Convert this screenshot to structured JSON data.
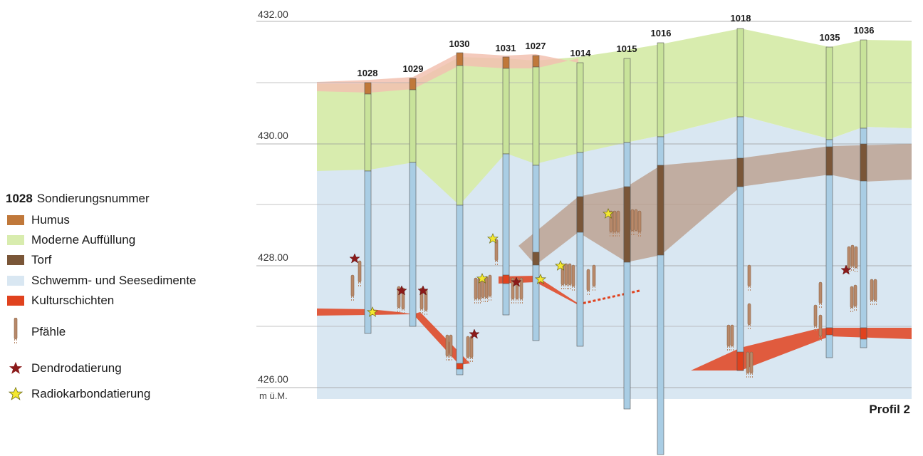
{
  "diagram": {
    "title": "Profil 2",
    "unit_label": "m ü.M.",
    "elevation_labels": [
      "432.00",
      "430.00",
      "428.00",
      "426.00"
    ],
    "colors": {
      "humus": "#c0783a",
      "auffuellung": "#d8ecae",
      "torf": "#7a5638",
      "sediment": "#d9e7f2",
      "kultur": "#e0421e",
      "pfahl": "#b8896a",
      "dendro": "#8b1a1a",
      "radio": "#f4e830",
      "bore_blue": "#a9cde4",
      "bore_green": "#c8e39a"
    },
    "boreholes": [
      "1028",
      "1029",
      "1030",
      "1031",
      "1027",
      "1014",
      "1015",
      "1016",
      "1018",
      "1035",
      "1036"
    ]
  },
  "legend": {
    "number_example": "1028",
    "items": [
      {
        "key": "sondierung",
        "label": "Sondierungsnummer"
      },
      {
        "key": "humus",
        "label": "Humus"
      },
      {
        "key": "auffuellung",
        "label": "Moderne Auffüllung"
      },
      {
        "key": "torf",
        "label": "Torf"
      },
      {
        "key": "sediment",
        "label": "Schwemm- und Seesedimente"
      },
      {
        "key": "kultur",
        "label": "Kulturschichten"
      },
      {
        "key": "pfahl",
        "label": "Pfähle"
      },
      {
        "key": "dendro",
        "label": "Dendrodatierung"
      },
      {
        "key": "radio",
        "label": "Radiokarbondatierung"
      }
    ]
  }
}
